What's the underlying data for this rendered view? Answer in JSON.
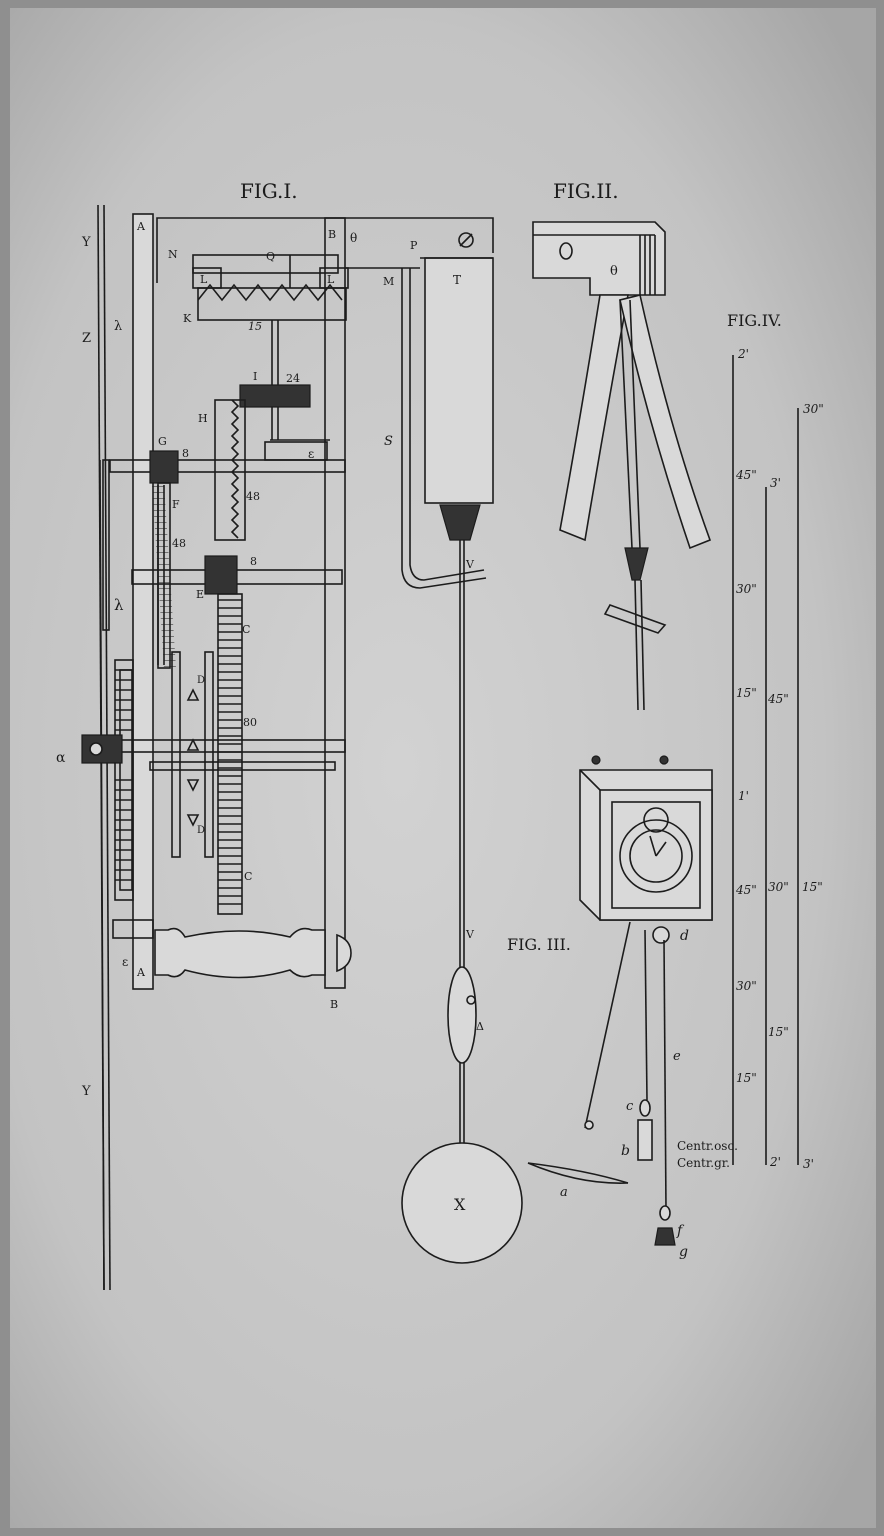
{
  "figures": {
    "fig1": {
      "title": "FIG.I.",
      "labels": {
        "Y": "Y",
        "Z": "Z",
        "lambda_top": "λ",
        "lambda_mid": "λ",
        "Y_bottom": "Y",
        "A_top": "A",
        "A_bottom": "A",
        "N": "N",
        "Q": "Q",
        "L_left": "L",
        "L_right": "L",
        "K": "K",
        "num15": "15",
        "B_top": "B",
        "theta": "θ",
        "P": "P",
        "oslash": "∅",
        "M": "M",
        "T": "T",
        "I": "I",
        "num24": "24",
        "H": "H",
        "G": "G",
        "num8_g": "8",
        "F": "F",
        "num48_h": "48",
        "num48_f": "48",
        "epsilon": "ε",
        "s": "S",
        "E": "E",
        "num8_e": "8",
        "C_top": "C",
        "C_bottom": "C",
        "D_top": "D",
        "D_bottom": "D",
        "num80": "80",
        "alpha": "α",
        "V_top": "V",
        "V_mid": "V",
        "delta": "Δ",
        "X": "X",
        "B_bottom": "B",
        "e_left": "ε"
      }
    },
    "fig2": {
      "title": "FIG.II.",
      "theta": "θ"
    },
    "fig3": {
      "title": "FIG. III.",
      "labels": {
        "a": "a",
        "b": "b",
        "c": "c",
        "d": "d",
        "e": "e",
        "f": "f",
        "g": "g"
      }
    },
    "fig4": {
      "title": "FIG.IV.",
      "scale1": [
        "2'",
        "45\"",
        "30\"",
        "15\"",
        "1'",
        "45\"",
        "30\"",
        "15\""
      ],
      "scale2": [
        "3'",
        "45\"",
        "30\"",
        "15\"",
        "2'"
      ],
      "scale3": [
        "30\"",
        "15\"",
        "3'"
      ],
      "centr_osc": "Centr.osc.",
      "centr_gr": "Centr.gr."
    }
  },
  "colors": {
    "paper": "#c9c9c9",
    "ink": "#1c1c1c",
    "background": "#8f8f8f"
  }
}
